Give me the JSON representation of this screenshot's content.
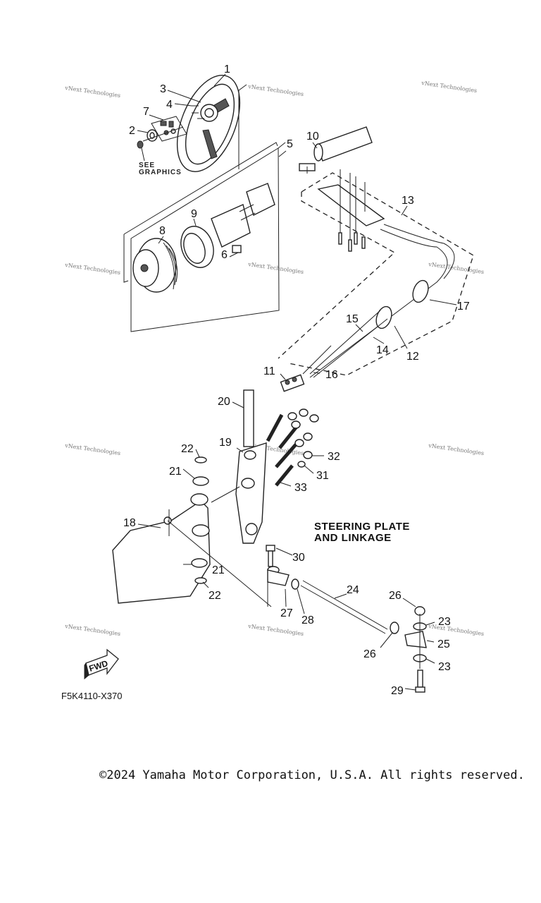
{
  "diagram": {
    "title_line1": "STEERING PLATE",
    "title_line2": "AND LINKAGE",
    "see_graphics_line1": "SEE",
    "see_graphics_line2": "GRAPHICS",
    "fwd_label": "FWD",
    "drawing_code": "F5K4110-X370",
    "watermark_text": "vNext Technologies",
    "callouts": [
      "1",
      "2",
      "3",
      "4",
      "5",
      "6",
      "7",
      "8",
      "9",
      "10",
      "11",
      "12",
      "13",
      "14",
      "15",
      "16",
      "17",
      "18",
      "19",
      "20",
      "21",
      "21",
      "22",
      "22",
      "23",
      "23",
      "24",
      "25",
      "26",
      "26",
      "27",
      "28",
      "29",
      "30",
      "31",
      "32",
      "33"
    ]
  },
  "footer": {
    "copyright": "©2024 Yamaha Motor Corporation, U.S.A. All rights reserved."
  }
}
